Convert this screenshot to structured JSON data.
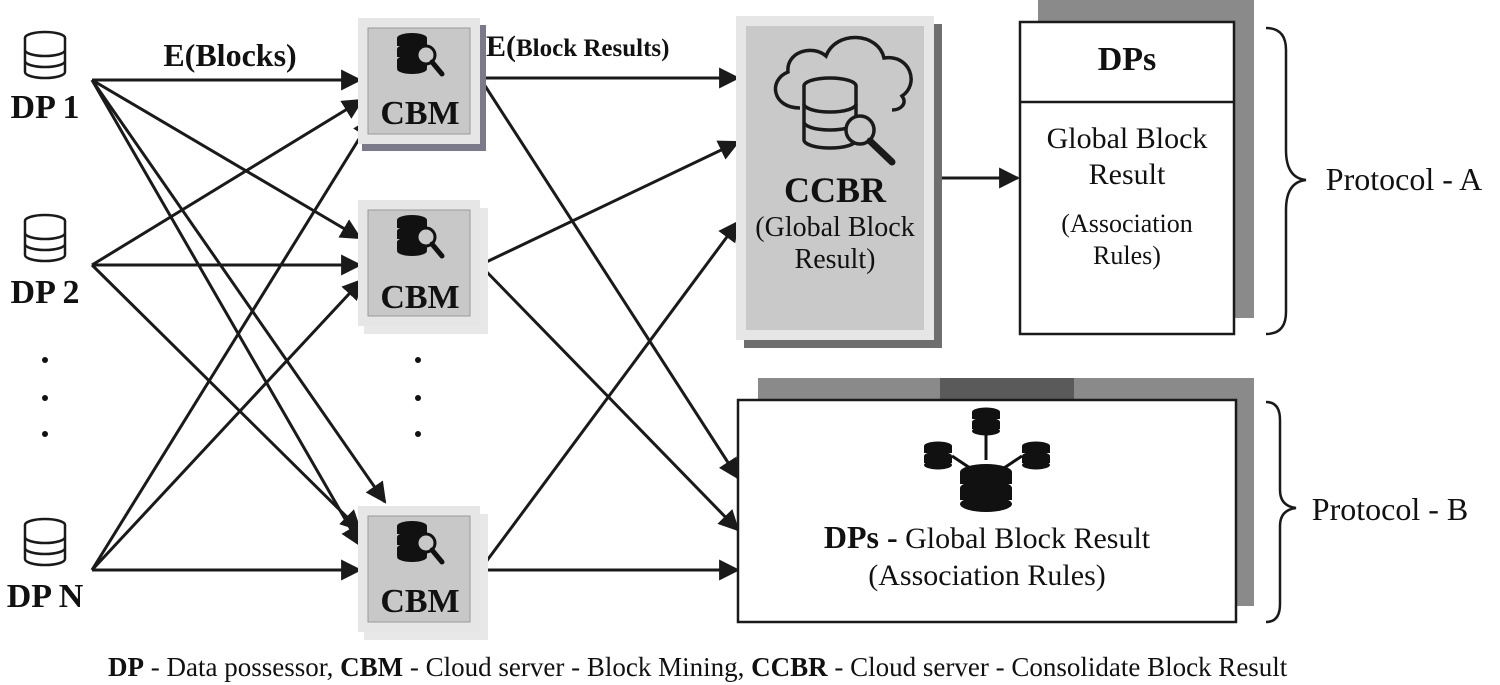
{
  "data_possessors": [
    {
      "label": "DP 1"
    },
    {
      "label": "DP 2"
    },
    {
      "label": "DP N"
    }
  ],
  "dp_ellipsis": ".\n.\n.",
  "cbm_nodes": [
    {
      "label": "CBM"
    },
    {
      "label": "CBM"
    },
    {
      "label": "CBM"
    }
  ],
  "cbm_ellipsis": ".\n.\n.",
  "edge_labels": {
    "e_blocks": "E(Blocks)",
    "e_block_prefix": "E(",
    "e_block_results": "Block Results)"
  },
  "ccbr": {
    "title": "CCBR",
    "line1": "(Global Block",
    "line2": "Result)"
  },
  "dps_box_a": {
    "header": "DPs",
    "line1": "Global Block",
    "line2": "Result",
    "line3": "(Association",
    "line4": "Rules)"
  },
  "dps_box_b": {
    "bold_prefix": "DPs -",
    "text1": "Global Block Result",
    "text2": "(Association Rules)"
  },
  "protocols": {
    "a": "Protocol - A",
    "b": "Protocol - B"
  },
  "legend": {
    "dp_abbr": "DP",
    "dp_def": "- Data possessor,",
    "cbm_abbr": "CBM",
    "cbm_def": "-   Cloud server - Block Mining,",
    "ccbr_abbr": "CCBR",
    "ccbr_def": "- Cloud server - Consolidate Block Result"
  },
  "colors": {
    "stroke": "#1a1a1a",
    "cbm_fill": "#c8c8c8",
    "cbm_frame": "#e6e6e6",
    "ccbr_fill": "#c9c9c9",
    "shadow": "#8a8a8a",
    "shadow_dark": "#5a5a5a"
  }
}
